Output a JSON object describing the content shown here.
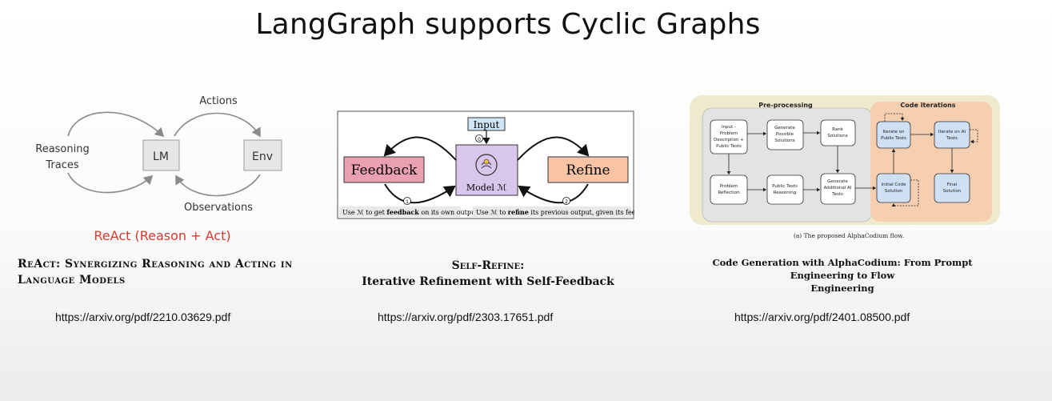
{
  "slide": {
    "title": "LangGraph supports Cyclic Graphs"
  },
  "react": {
    "diagram": {
      "lm": "LM",
      "env": "Env",
      "actions": "Actions",
      "observations": "Observations",
      "reasoning_line1": "Reasoning",
      "reasoning_line2": "Traces",
      "caption": "ReAct (Reason + Act)"
    },
    "paper_title_line1": "ReAct: Synergizing Reasoning and Acting in",
    "paper_title_line2": "Language Models",
    "url": "https://arxiv.org/pdf/2210.03629.pdf"
  },
  "selfrefine": {
    "diagram": {
      "input": "Input",
      "feedback": "Feedback",
      "refine": "Refine",
      "model": "Model ℳ",
      "step0": "0",
      "step1": "1",
      "step2": "2",
      "note_left_pre": "Use ℳ to get ",
      "note_left_bold": "feedback",
      "note_left_post": " on its own output",
      "note_right_pre": "Use ℳ to ",
      "note_right_bold": "refine",
      "note_right_post": " its previous output, given its feedback"
    },
    "paper_title_line1": "Self-Refine:",
    "paper_title_line2": "Iterative Refinement with Self-Feedback",
    "url": "https://arxiv.org/pdf/2303.17651.pdf"
  },
  "alphacodium": {
    "diagram": {
      "preprocessing": "Pre-processing",
      "code_iterations": "Code iterations",
      "box_input": [
        "Input -",
        "Problem",
        "Description +",
        "Public Tests"
      ],
      "box_generate_solutions": [
        "Generate",
        "Possible",
        "Solutions"
      ],
      "box_rank": [
        "Rank",
        "Solutions"
      ],
      "box_reflection": [
        "Problem",
        "Reflection"
      ],
      "box_public_reasoning": [
        "Public Tests",
        "Reasoning"
      ],
      "box_generate_ai_tests": [
        "Generate",
        "Additional AI",
        "Tests"
      ],
      "box_iterate_public": [
        "Iterate on",
        "Public Tests"
      ],
      "box_iterate_ai": [
        "Iterate on AI",
        "Tests"
      ],
      "box_initial_code": [
        "Initial Code",
        "Solution"
      ],
      "box_final": [
        "Final",
        "Solution"
      ],
      "caption": "(a) The proposed AlphaCodium flow."
    },
    "paper_title_line1": "Code Generation with AlphaCodium: From Prompt Engineering to Flow",
    "paper_title_line2": "Engineering",
    "url": "https://arxiv.org/pdf/2401.08500.pdf"
  }
}
